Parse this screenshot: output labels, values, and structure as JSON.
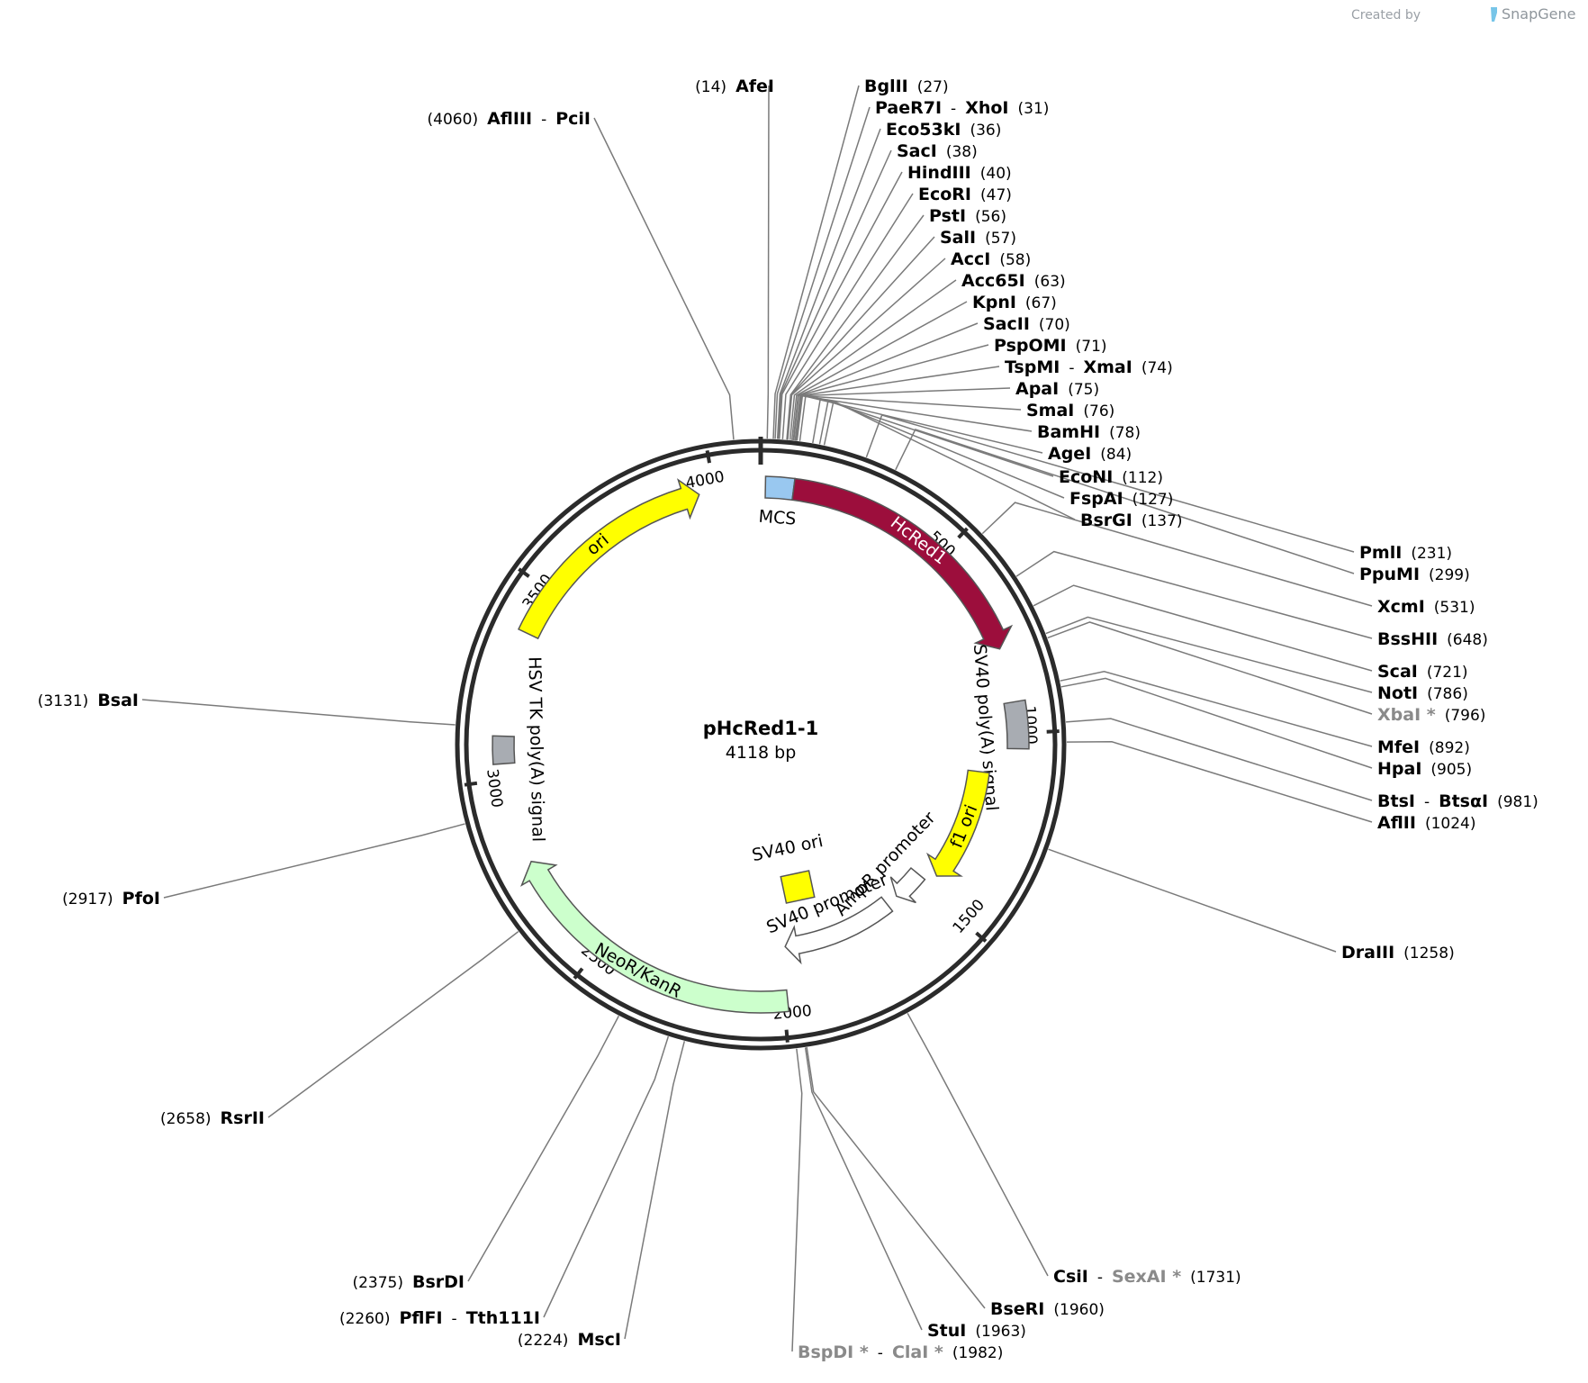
{
  "plasmid": {
    "name": "pHcRed1-1",
    "size_label": "4118 bp",
    "length": 4118
  },
  "credit": {
    "prefix": "Created by",
    "brand": "SnapGene"
  },
  "ticks": [
    {
      "label": "500",
      "pos": 500
    },
    {
      "label": "1000",
      "pos": 1000
    },
    {
      "label": "1500",
      "pos": 1500
    },
    {
      "label": "2000",
      "pos": 2000
    },
    {
      "label": "2500",
      "pos": 2500
    },
    {
      "label": "3000",
      "pos": 3000
    },
    {
      "label": "3500",
      "pos": 3500
    },
    {
      "label": "4000",
      "pos": 4000
    }
  ],
  "features": [
    {
      "name": "MCS",
      "start": 12,
      "end": 84,
      "kind": "box",
      "color": "#99c8f0"
    },
    {
      "name": "HcRed1",
      "start": 84,
      "end": 780,
      "kind": "arrow",
      "color": "#9c0e3c",
      "label_inside": true
    },
    {
      "name": "SV40 poly(A) signal",
      "start": 920,
      "end": 1040,
      "kind": "box",
      "color": "#a8acb2"
    },
    {
      "name": "f1 ori",
      "start": 1110,
      "end": 1450,
      "kind": "arrow",
      "color": "#ffff00",
      "label_inside": true
    },
    {
      "name": "AmpR promoter",
      "start": 1480,
      "end": 1580,
      "kind": "arrow",
      "color": "#ffffff"
    },
    {
      "name": "SV40 promoter",
      "start": 1620,
      "end": 1980,
      "kind": "arrow",
      "color": "#ffffff"
    },
    {
      "name": "SV40 ori",
      "kind": "inner-box",
      "color": "#ffff00"
    },
    {
      "name": "NeoR/KanR",
      "start": 1990,
      "end": 2780,
      "kind": "arrow",
      "color": "#ccffcc",
      "label_inside": true
    },
    {
      "name": "HSV TK poly(A) signal",
      "start": 3040,
      "end": 3110,
      "kind": "box",
      "color": "#a8acb2"
    },
    {
      "name": "ori",
      "start": 3380,
      "end": 3960,
      "kind": "arrow",
      "color": "#ffff00",
      "label_inside": true
    }
  ],
  "sites": [
    {
      "pos": 14,
      "names": [
        "AfeI"
      ],
      "label": "(14)"
    },
    {
      "pos": 27,
      "names": [
        "BglII"
      ],
      "label": "(27)"
    },
    {
      "pos": 31,
      "names": [
        "PaeR7I",
        "XhoI"
      ],
      "label": "(31)"
    },
    {
      "pos": 36,
      "names": [
        "Eco53kI"
      ],
      "label": "(36)"
    },
    {
      "pos": 38,
      "names": [
        "SacI"
      ],
      "label": "(38)"
    },
    {
      "pos": 40,
      "names": [
        "HindIII"
      ],
      "label": "(40)"
    },
    {
      "pos": 47,
      "names": [
        "EcoRI"
      ],
      "label": "(47)"
    },
    {
      "pos": 56,
      "names": [
        "PstI"
      ],
      "label": "(56)"
    },
    {
      "pos": 57,
      "names": [
        "SalI"
      ],
      "label": "(57)"
    },
    {
      "pos": 58,
      "names": [
        "AccI"
      ],
      "label": "(58)"
    },
    {
      "pos": 63,
      "names": [
        "Acc65I"
      ],
      "label": "(63)"
    },
    {
      "pos": 67,
      "names": [
        "KpnI"
      ],
      "label": "(67)"
    },
    {
      "pos": 70,
      "names": [
        "SacII"
      ],
      "label": "(70)"
    },
    {
      "pos": 71,
      "names": [
        "PspOMI"
      ],
      "label": "(71)"
    },
    {
      "pos": 74,
      "names": [
        "TspMI",
        "XmaI"
      ],
      "label": "(74)"
    },
    {
      "pos": 75,
      "names": [
        "ApaI"
      ],
      "label": "(75)"
    },
    {
      "pos": 76,
      "names": [
        "SmaI"
      ],
      "label": "(76)"
    },
    {
      "pos": 78,
      "names": [
        "BamHI"
      ],
      "label": "(78)"
    },
    {
      "pos": 84,
      "names": [
        "AgeI"
      ],
      "label": "(84)"
    },
    {
      "pos": 112,
      "names": [
        "EcoNI"
      ],
      "label": "(112)"
    },
    {
      "pos": 127,
      "names": [
        "FspAI"
      ],
      "label": "(127)"
    },
    {
      "pos": 137,
      "names": [
        "BsrGI"
      ],
      "label": "(137)"
    },
    {
      "pos": 231,
      "names": [
        "PmlI"
      ],
      "label": "(231)"
    },
    {
      "pos": 299,
      "names": [
        "PpuMI"
      ],
      "label": "(299)"
    },
    {
      "pos": 531,
      "names": [
        "XcmI"
      ],
      "label": "(531)"
    },
    {
      "pos": 648,
      "names": [
        "BssHII"
      ],
      "label": "(648)"
    },
    {
      "pos": 721,
      "names": [
        "ScaI"
      ],
      "label": "(721)"
    },
    {
      "pos": 786,
      "names": [
        "NotI"
      ],
      "label": "(786)"
    },
    {
      "pos": 796,
      "names": [
        "XbaI *"
      ],
      "label": "(796)",
      "dim": true
    },
    {
      "pos": 892,
      "names": [
        "MfeI"
      ],
      "label": "(892)"
    },
    {
      "pos": 905,
      "names": [
        "HpaI"
      ],
      "label": "(905)"
    },
    {
      "pos": 981,
      "names": [
        "BtsI",
        "BtsαI"
      ],
      "label": "(981)"
    },
    {
      "pos": 1024,
      "names": [
        "AflII"
      ],
      "label": "(1024)"
    },
    {
      "pos": 1258,
      "names": [
        "DraIII"
      ],
      "label": "(1258)"
    },
    {
      "pos": 1731,
      "names": [
        "CsiI",
        "SexAI *"
      ],
      "label": "(1731)",
      "dim_second": true
    },
    {
      "pos": 1960,
      "names": [
        "BseRI"
      ],
      "label": "(1960)"
    },
    {
      "pos": 1963,
      "names": [
        "StuI"
      ],
      "label": "(1963)"
    },
    {
      "pos": 1982,
      "names": [
        "BspDI *",
        "ClaI *"
      ],
      "label": "(1982)",
      "dim": true
    },
    {
      "pos": 2224,
      "names": [
        "MscI"
      ],
      "label": "(2224)"
    },
    {
      "pos": 2260,
      "names": [
        "PflFI",
        "Tth111I"
      ],
      "label": "(2260)"
    },
    {
      "pos": 2375,
      "names": [
        "BsrDI"
      ],
      "label": "(2375)"
    },
    {
      "pos": 2658,
      "names": [
        "RsrII"
      ],
      "label": "(2658)"
    },
    {
      "pos": 2917,
      "names": [
        "PfoI"
      ],
      "label": "(2917)"
    },
    {
      "pos": 3131,
      "names": [
        "BsaI"
      ],
      "label": "(3131)"
    },
    {
      "pos": 4060,
      "names": [
        "AflIII",
        "PciI"
      ],
      "label": "(4060)"
    }
  ]
}
